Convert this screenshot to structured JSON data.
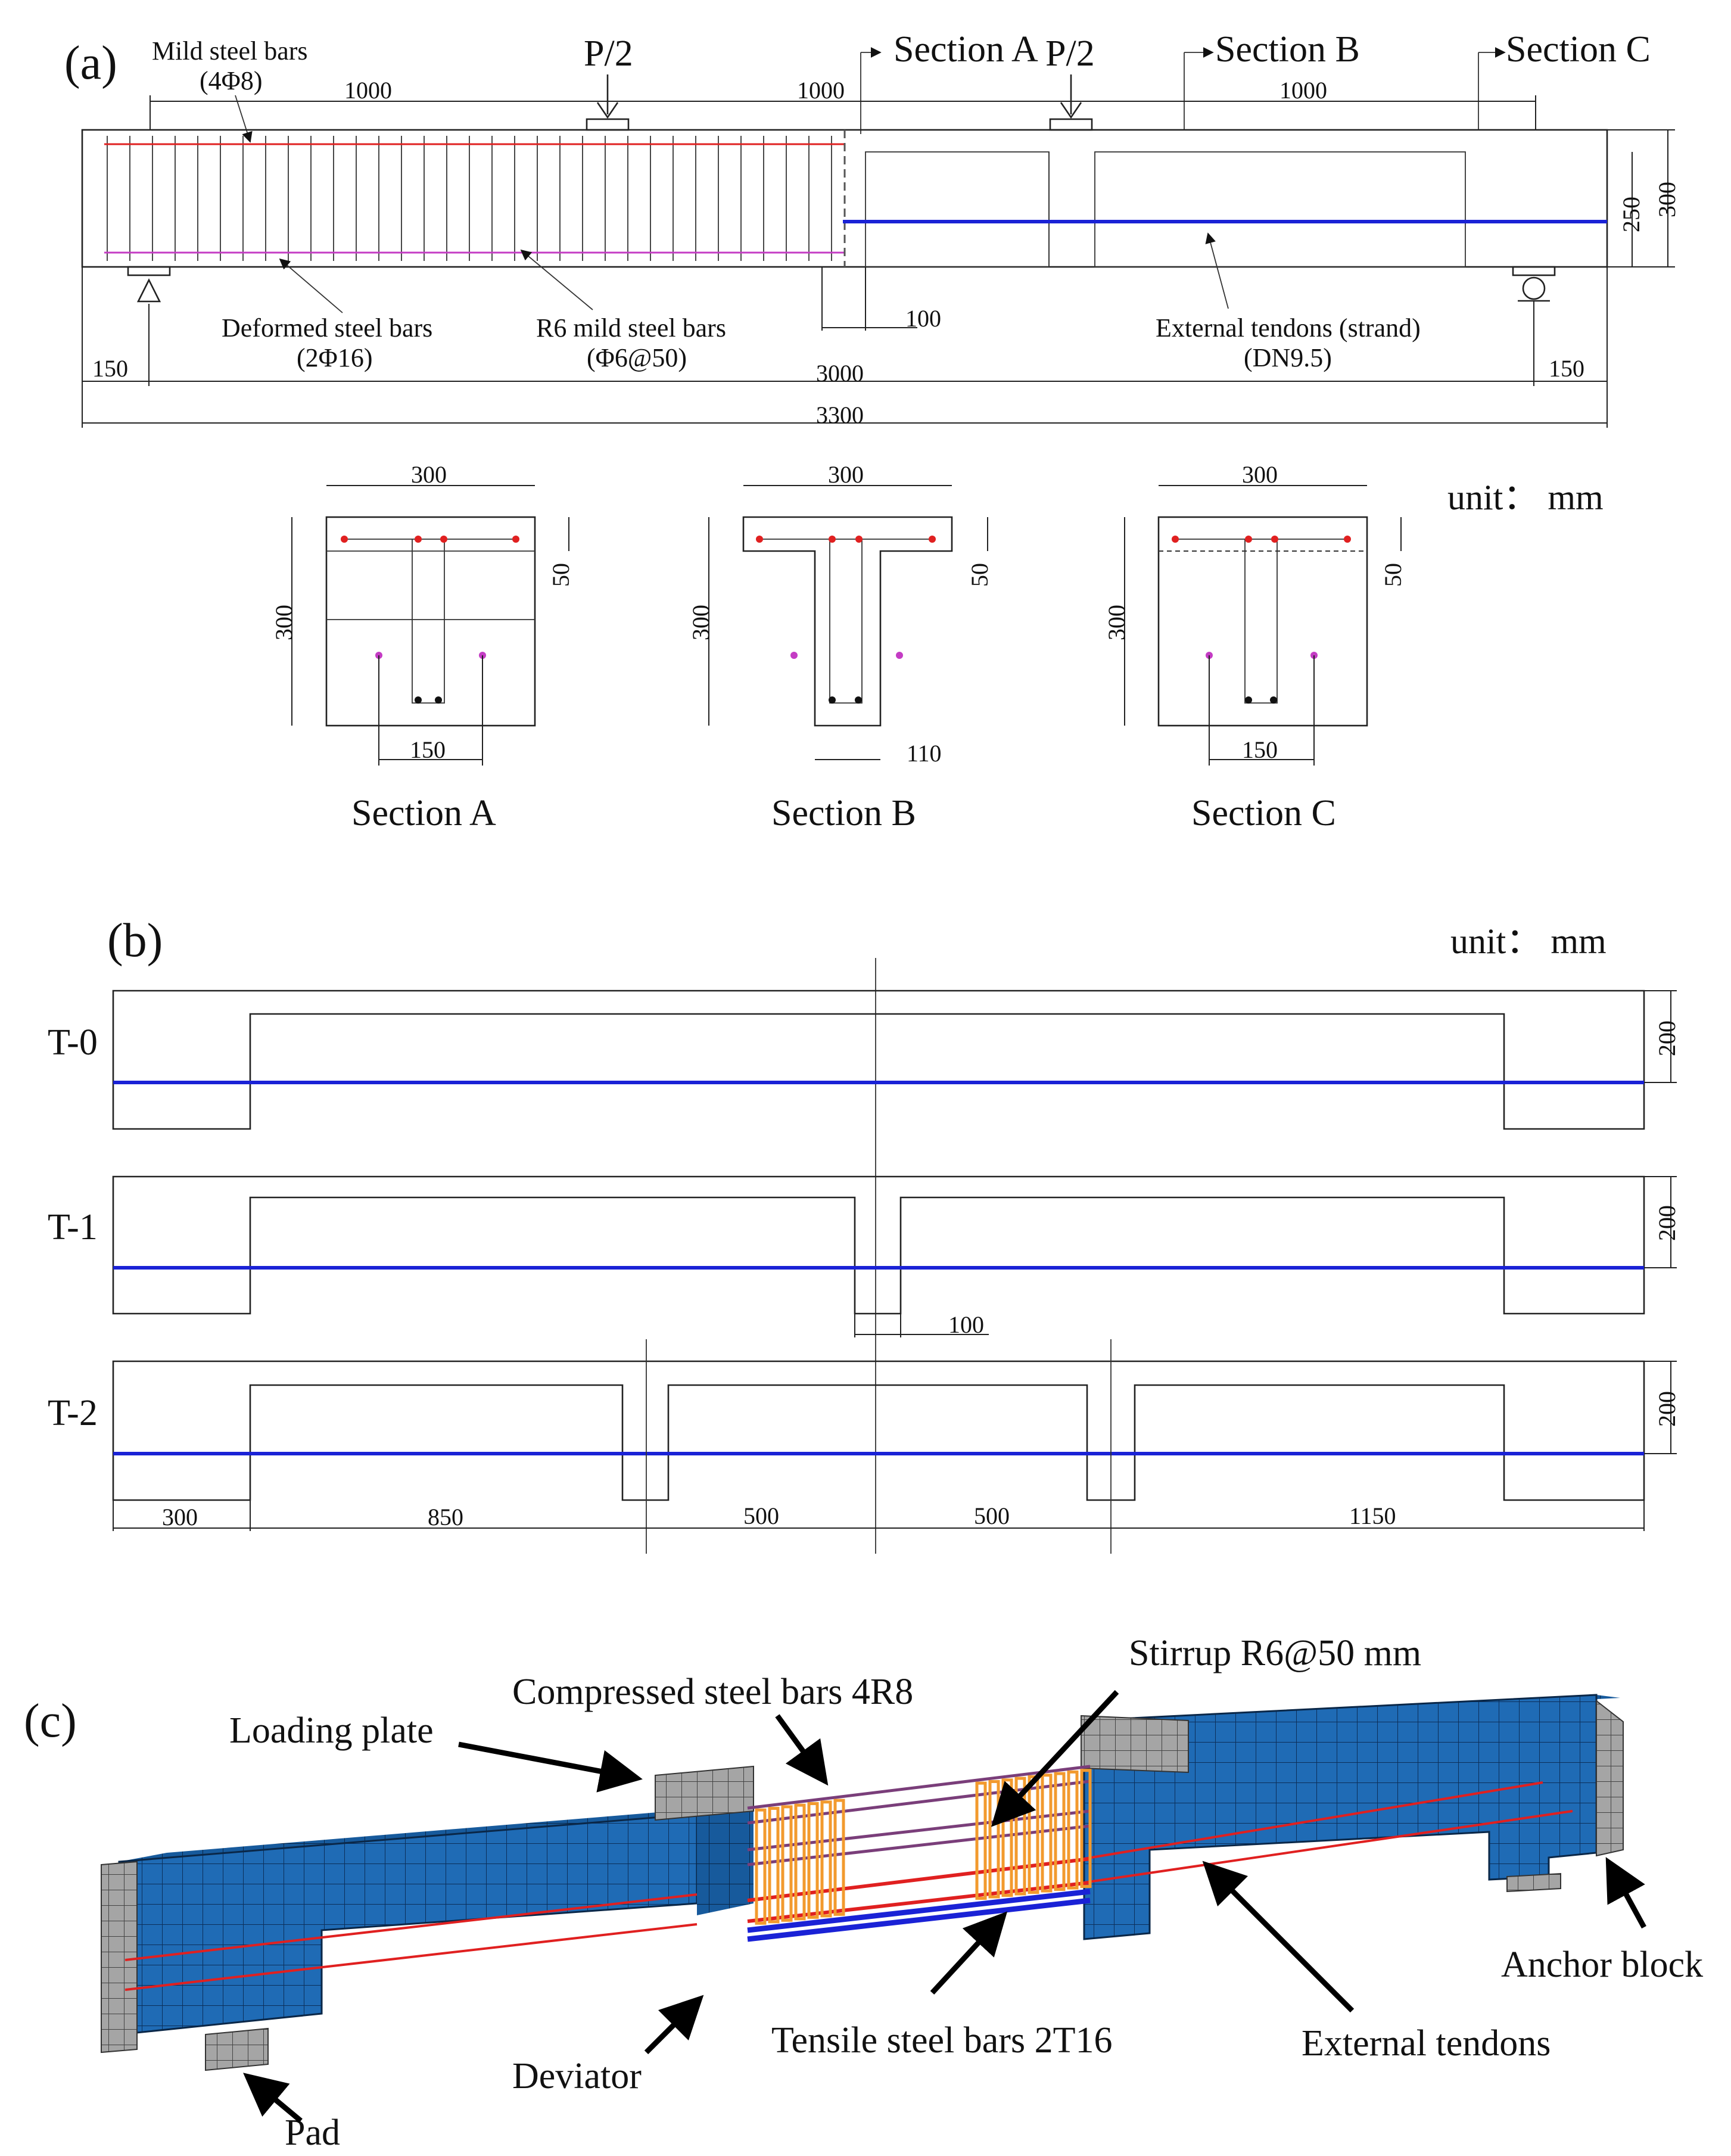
{
  "panel_a": {
    "label": "(a)",
    "mild_bars": {
      "line1": "Mild steel bars",
      "line2": "(4Φ8)"
    },
    "load": "P/2",
    "sections": [
      "Section A",
      "Section B",
      "Section C"
    ],
    "dims_top": [
      "1000",
      "1000",
      "1000"
    ],
    "dims_right": [
      "250",
      "300"
    ],
    "deformed": {
      "line1": "Deformed steel bars",
      "line2": "(2Φ16)"
    },
    "r6": {
      "line1": "R6 mild steel bars",
      "line2": "(Φ6@50)"
    },
    "gap": "100",
    "external": {
      "line1": "External tendons (strand)",
      "line2": "(DN9.5)"
    },
    "dims_bottom": {
      "left": "150",
      "span": "3000",
      "right": "150",
      "total": "3300"
    },
    "unit": "unit： mm",
    "section_dims": {
      "width": "300",
      "height": "300",
      "flange": "50",
      "spacing": "150",
      "web": "110"
    }
  },
  "panel_b": {
    "label": "(b)",
    "unit": "unit： mm",
    "beams": [
      "T-0",
      "T-1",
      "T-2"
    ],
    "height": "200",
    "gap": "100",
    "dims": [
      "300",
      "850",
      "500",
      "500",
      "1150"
    ]
  },
  "panel_c": {
    "label": "(c)",
    "labels": {
      "loading_plate": "Loading plate",
      "compressed": "Compressed steel bars 4R8",
      "stirrup": "Stirrup R6@50 mm",
      "anchor": "Anchor block",
      "tendons": "External tendons",
      "tensile": "Tensile steel bars 2T16",
      "deviator": "Deviator",
      "pad": "Pad"
    }
  },
  "colors": {
    "tendon": "#1a22d6",
    "fe_mesh": "#1f6bb5",
    "rebar_red": "#e02020",
    "stirrup": "#f29a2e",
    "compressed": "#7a3e7a",
    "plate": "#9a9a9a"
  }
}
